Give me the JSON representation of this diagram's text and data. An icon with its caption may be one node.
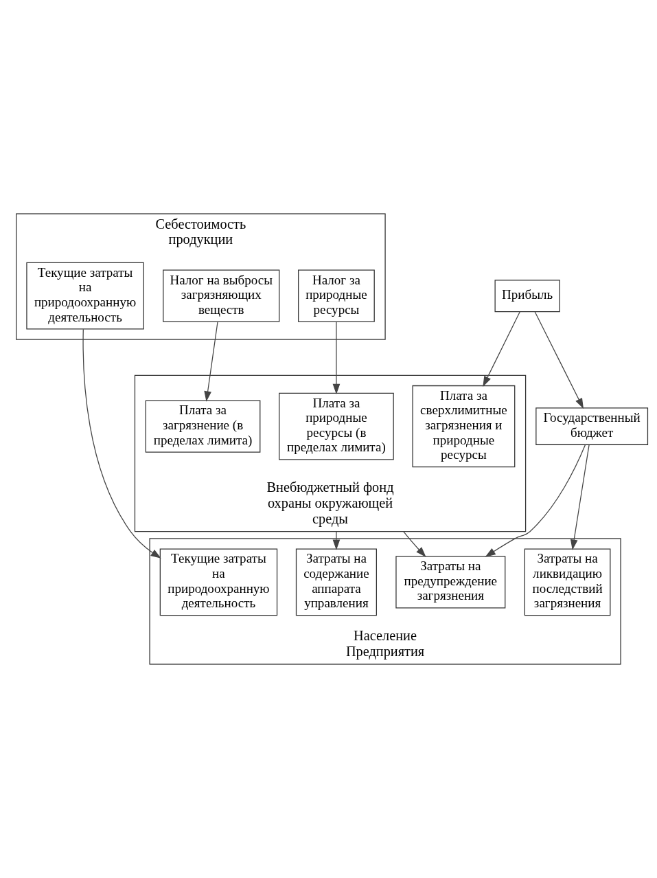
{
  "diagram": {
    "nodes": [
      {
        "text": [
          "Себестоимость продукции"
        ]
      },
      {
        "text": [
          "Текущие затраты на природоохранную деятельность"
        ],
        "in": 0
      },
      {
        "text": [
          "Налог на выбросы загрязняющих веществ"
        ],
        "in": 0
      },
      {
        "text": [
          "Налог за природные ресурсы"
        ],
        "in": 0
      },
      {
        "text": [
          "Прибыль"
        ]
      },
      {
        "text": [
          "Внебюджетный фонд охраны окружающей среды"
        ]
      },
      {
        "text": [
          "Плата за загрязнение (в пределах лимита)"
        ],
        "in": 5
      },
      {
        "text": [
          "Плата за природные ресурсы (в пределах лимита)"
        ],
        "in": 5
      },
      {
        "text": [
          "Плата за сверхлимитные загрязнения и природные ресурсы"
        ],
        "in": 5
      },
      {
        "text": [
          "Государственный бюджет"
        ]
      },
      {
        "text": [
          "Население",
          "Предприятия"
        ]
      },
      {
        "text": [
          "Текущие затраты на природоохранную деятельность"
        ],
        "in": 10
      },
      {
        "text": [
          "Затраты на содержание аппарата управления"
        ],
        "in": 10
      },
      {
        "text": [
          "Затраты на предупреждение загрязнения"
        ],
        "in": 10
      },
      {
        "text": [
          "Затраты на ликвидацию последствий загрязнения"
        ],
        "in": 10
      }
    ],
    "edges": [
      {
        "from": 1,
        "to": 11,
        "arrow": "to"
      },
      {
        "from": 2,
        "to": 6,
        "arrow": "to"
      },
      {
        "from": 3,
        "to": 7,
        "arrow": "to"
      },
      {
        "from": 4,
        "to": 8,
        "arrow": "to"
      },
      {
        "from": 4,
        "to": 9,
        "arrow": "to"
      },
      {
        "from": 5,
        "to": 12,
        "arrow": "to"
      },
      {
        "from": 5,
        "to": 13,
        "arrow": "to"
      },
      {
        "from": 9,
        "to": 13,
        "arrow": "to"
      },
      {
        "from": 9,
        "to": 14,
        "arrow": "to"
      }
    ]
  }
}
